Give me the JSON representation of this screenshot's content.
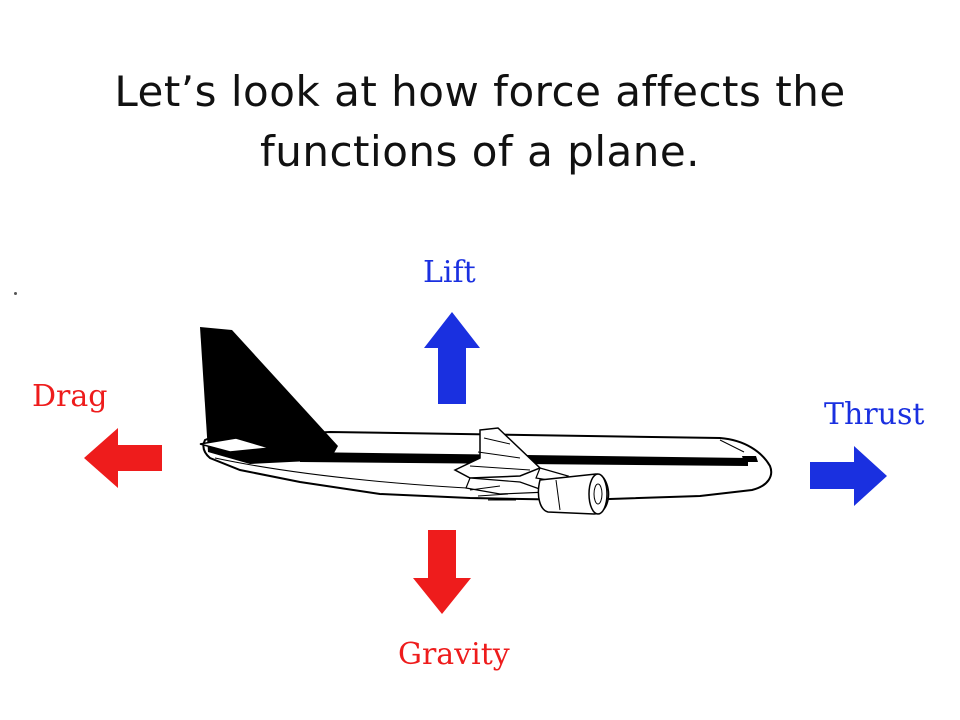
{
  "title": {
    "line1": "Let’s look at how force affects the",
    "line2": "functions of a plane."
  },
  "forces": {
    "lift": {
      "label": "Lift",
      "color": "#1a30e0"
    },
    "drag": {
      "label": "Drag",
      "color": "#ee1c1c"
    },
    "thrust": {
      "label": "Thrust",
      "color": "#1a30e0"
    },
    "gravity": {
      "label": "Gravity",
      "color": "#ee1c1c"
    }
  },
  "icons": {
    "airplane": "airplane-icon",
    "lift_arrow": "arrow-up-icon",
    "drag_arrow": "arrow-left-icon",
    "thrust_arrow": "arrow-right-icon",
    "gravity_arrow": "arrow-down-icon"
  }
}
